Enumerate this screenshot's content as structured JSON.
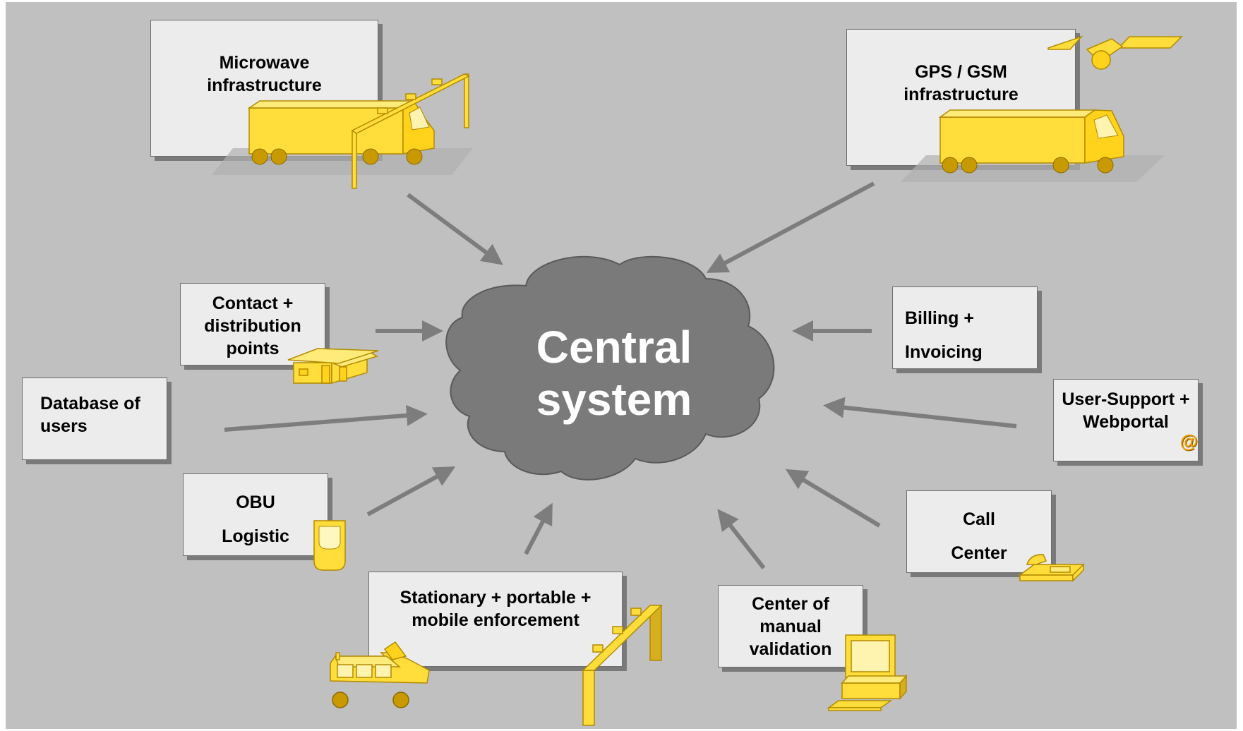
{
  "center": {
    "line1": "Central",
    "line2": "system"
  },
  "nodes": {
    "microwave": {
      "line1": "Microwave",
      "line2": "infrastructure"
    },
    "gps": {
      "line1": "GPS / GSM",
      "line2": "infrastructure"
    },
    "contact": {
      "line1": "Contact +",
      "line2": "distribution",
      "line3": "points"
    },
    "billing": {
      "line1": "Billing +",
      "line2": "Invoicing"
    },
    "database": {
      "line1": "Database of",
      "line2": "users"
    },
    "support": {
      "line1": "User-Support +",
      "line2": "Webportal",
      "icon_text": "@"
    },
    "obu": {
      "line1": "OBU",
      "line2": "Logistic"
    },
    "callcenter": {
      "line1": "Call",
      "line2": "Center"
    },
    "enforcement": {
      "line1": "Stationary + portable +",
      "line2": "mobile enforcement"
    },
    "validation": {
      "line1": "Center of",
      "line2": "manual",
      "line3": "validation"
    }
  },
  "colors": {
    "background": "#c0c0c0",
    "box": "#ececec",
    "cloud": "#7a7a7a",
    "arrow": "#7d7d7d",
    "icon_yellow": "#ffde3b",
    "icon_outline": "#b38a00",
    "at_sign": "#f0a000"
  },
  "icons": [
    "truck-icon",
    "gantry-icon",
    "satellite-icon",
    "building-icon",
    "obu-device-icon",
    "telephone-icon",
    "van-icon",
    "computer-icon",
    "at-icon"
  ]
}
